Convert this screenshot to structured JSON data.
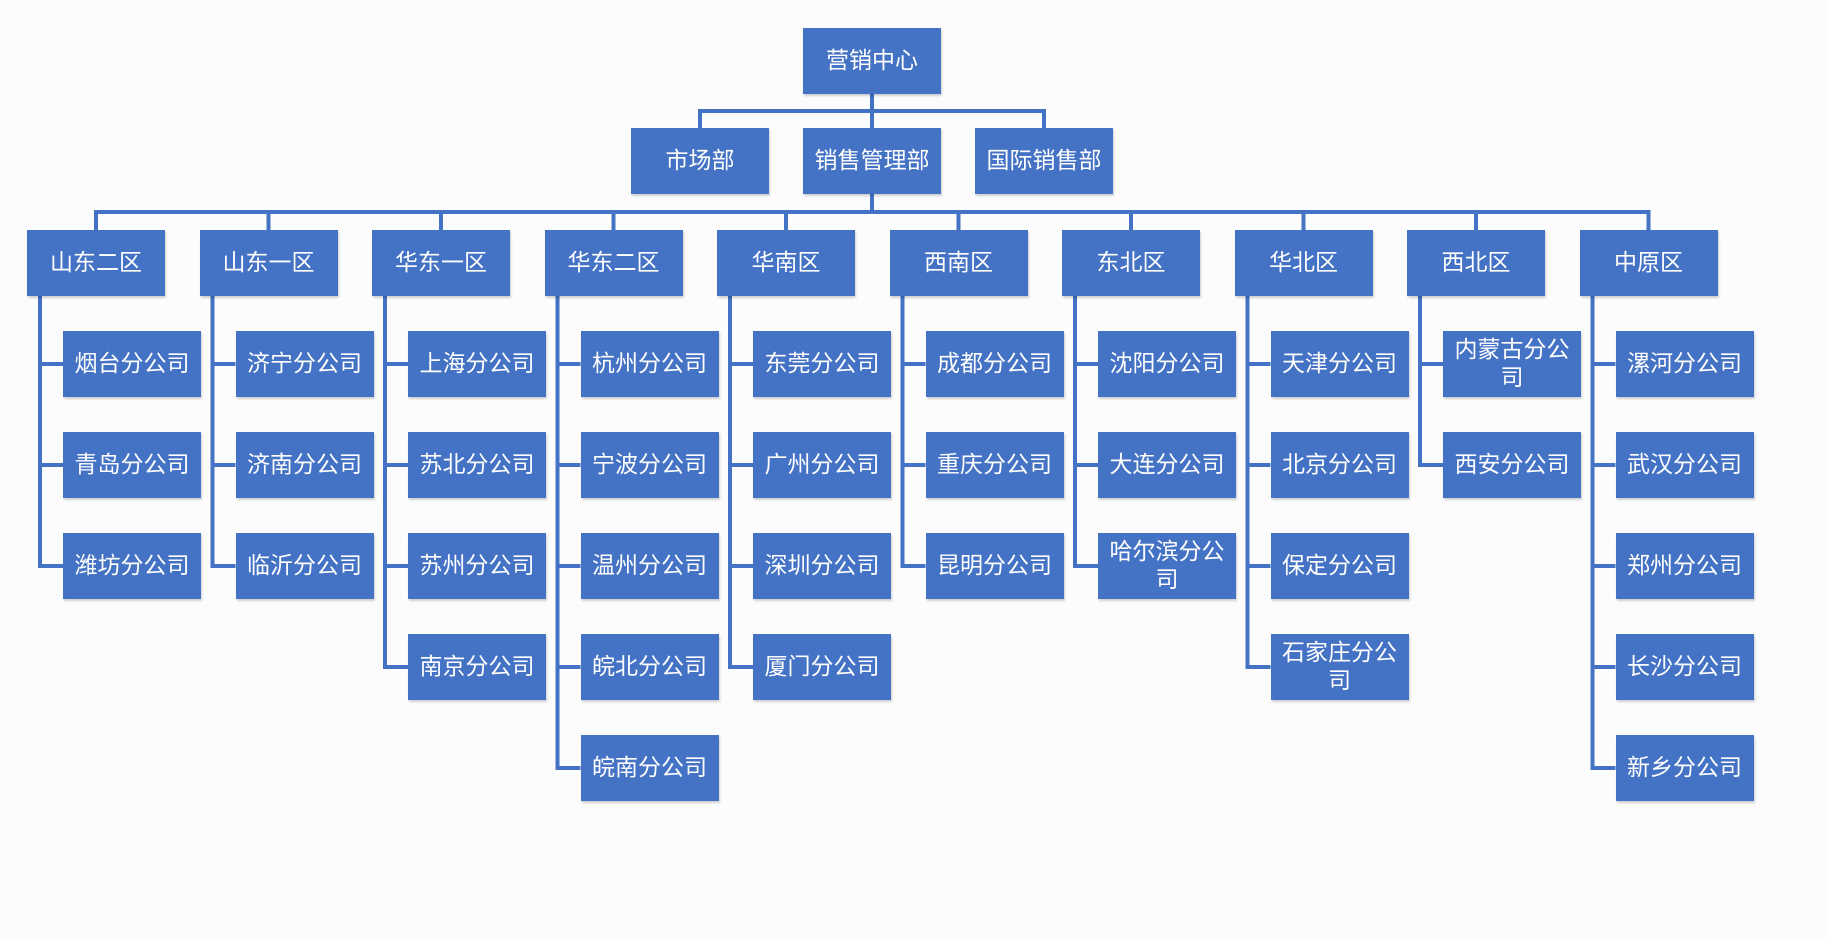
{
  "colors": {
    "box_fill": "#4472c4",
    "box_text": "#ffffff",
    "connector": "#4472c4",
    "background": "#fcfcfd"
  },
  "org": {
    "root": "营销中心",
    "departments": [
      "市场部",
      "销售管理部",
      "国际销售部"
    ],
    "regions": [
      {
        "name": "山东二区",
        "branches": [
          "烟台分公司",
          "青岛分公司",
          "潍坊分公司"
        ]
      },
      {
        "name": "山东一区",
        "branches": [
          "济宁分公司",
          "济南分公司",
          "临沂分公司"
        ]
      },
      {
        "name": "华东一区",
        "branches": [
          "上海分公司",
          "苏北分公司",
          "苏州分公司",
          "南京分公司"
        ]
      },
      {
        "name": "华东二区",
        "branches": [
          "杭州分公司",
          "宁波分公司",
          "温州分公司",
          "皖北分公司",
          "皖南分公司"
        ]
      },
      {
        "name": "华南区",
        "branches": [
          "东莞分公司",
          "广州分公司",
          "深圳分公司",
          "厦门分公司"
        ]
      },
      {
        "name": "西南区",
        "branches": [
          "成都分公司",
          "重庆分公司",
          "昆明分公司"
        ]
      },
      {
        "name": "东北区",
        "branches": [
          "沈阳分公司",
          "大连分公司",
          "哈尔滨分公司"
        ]
      },
      {
        "name": "华北区",
        "branches": [
          "天津分公司",
          "北京分公司",
          "保定分公司",
          "石家庄分公司"
        ]
      },
      {
        "name": "西北区",
        "branches": [
          "内蒙古分公司",
          "西安分公司"
        ]
      },
      {
        "name": "中原区",
        "branches": [
          "漯河分公司",
          "武汉分公司",
          "郑州分公司",
          "长沙分公司",
          "新乡分公司"
        ]
      }
    ]
  }
}
